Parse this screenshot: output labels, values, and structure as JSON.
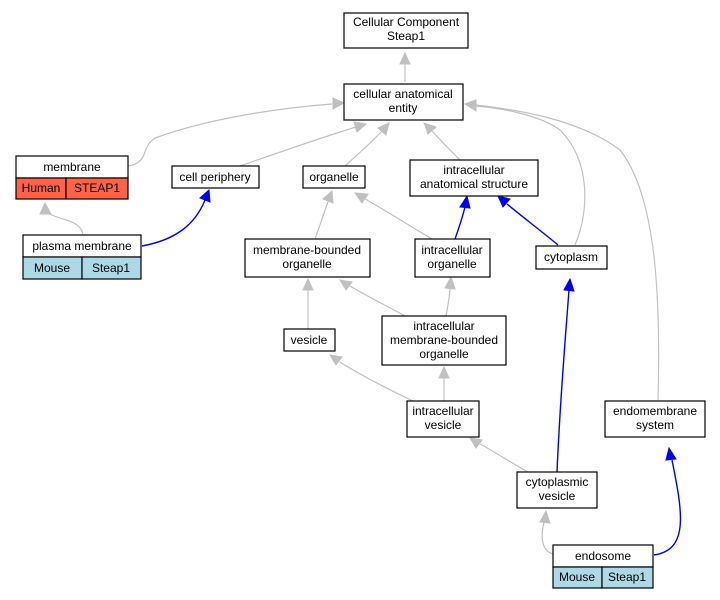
{
  "nodes": {
    "root": {
      "line1": "Cellular Component",
      "line2": "Steap1"
    },
    "cae": {
      "line1": "cellular anatomical",
      "line2": "entity"
    },
    "membrane": {
      "label": "membrane",
      "species": "Human",
      "gene": "STEAP1"
    },
    "cell_periphery": {
      "label": "cell periphery"
    },
    "organelle": {
      "label": "organelle"
    },
    "ias": {
      "line1": "intracellular",
      "line2": "anatomical structure"
    },
    "plasma_membrane": {
      "label": "plasma membrane",
      "species": "Mouse",
      "gene": "Steap1"
    },
    "mbo": {
      "line1": "membrane-bounded",
      "line2": "organelle"
    },
    "io": {
      "line1": "intracellular",
      "line2": "organelle"
    },
    "cytoplasm": {
      "label": "cytoplasm"
    },
    "vesicle": {
      "label": "vesicle"
    },
    "imbo": {
      "line1": "intracellular",
      "line2": "membrane-bounded",
      "line3": "organelle"
    },
    "iv": {
      "line1": "intracellular",
      "line2": "vesicle"
    },
    "ems": {
      "line1": "endomembrane",
      "line2": "system"
    },
    "cv": {
      "line1": "cytoplasmic",
      "line2": "vesicle"
    },
    "endosome": {
      "label": "endosome",
      "species": "Mouse",
      "gene": "Steap1"
    }
  },
  "colors": {
    "human_fill": "#ff6347",
    "mouse_fill": "#add8e6",
    "edge_is_a": "#c0c0c0",
    "edge_part_of": "#0000ee"
  }
}
